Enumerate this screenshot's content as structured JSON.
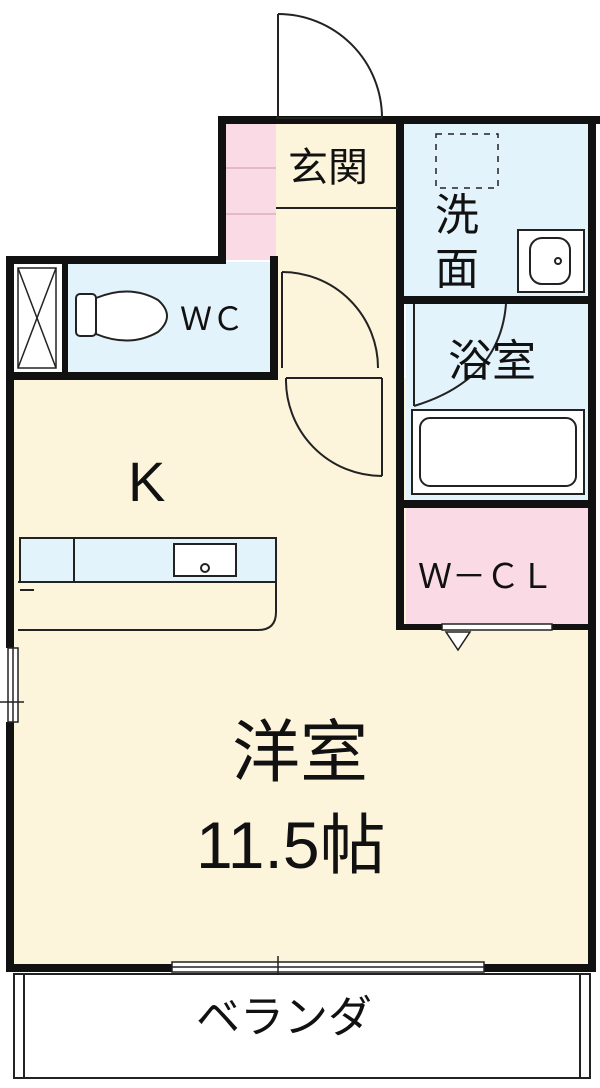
{
  "rooms": {
    "genkan": "玄関",
    "senmen_1": "洗",
    "senmen_2": "面",
    "wc": "ＷＣ",
    "yokushitsu": "浴室",
    "kitchen": "K",
    "wcl": "Ｗ－ＣＬ",
    "yoshitsu": "洋室",
    "yoshitsu_size": "11.5帖",
    "veranda": "ベランダ"
  },
  "colors": {
    "wall": "#111111",
    "living_floor": "#fcf5dc",
    "wet_area": "#e3f3fb",
    "storage": "#fadbe5",
    "counter": "#e3f3fb",
    "background": "#ffffff"
  }
}
